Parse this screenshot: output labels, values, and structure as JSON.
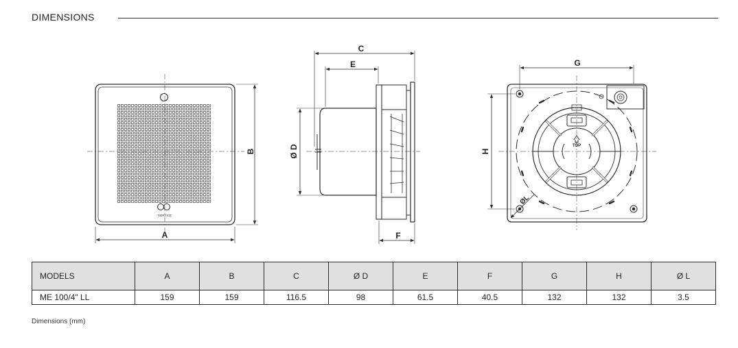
{
  "section": {
    "title": "DIMENSIONS"
  },
  "labels": {
    "a": "A",
    "b": "B",
    "c": "C",
    "d": "Ø D",
    "e": "E",
    "f": "F",
    "g": "G",
    "h": "H",
    "l": "ØL",
    "brand": "VORTICE",
    "top_mark": "TOP"
  },
  "table": {
    "headers": [
      "MODELS",
      "A",
      "B",
      "C",
      "Ø D",
      "E",
      "F",
      "G",
      "H",
      "Ø L"
    ],
    "rows": [
      [
        "ME 100/4\" LL",
        "159",
        "159",
        "116.5",
        "98",
        "61.5",
        "40.5",
        "132",
        "132",
        "3.5"
      ]
    ]
  },
  "footnote": "Dimensions (mm)",
  "colors": {
    "line": "#2b2b2b",
    "header_bg": "#e0e0e0"
  }
}
